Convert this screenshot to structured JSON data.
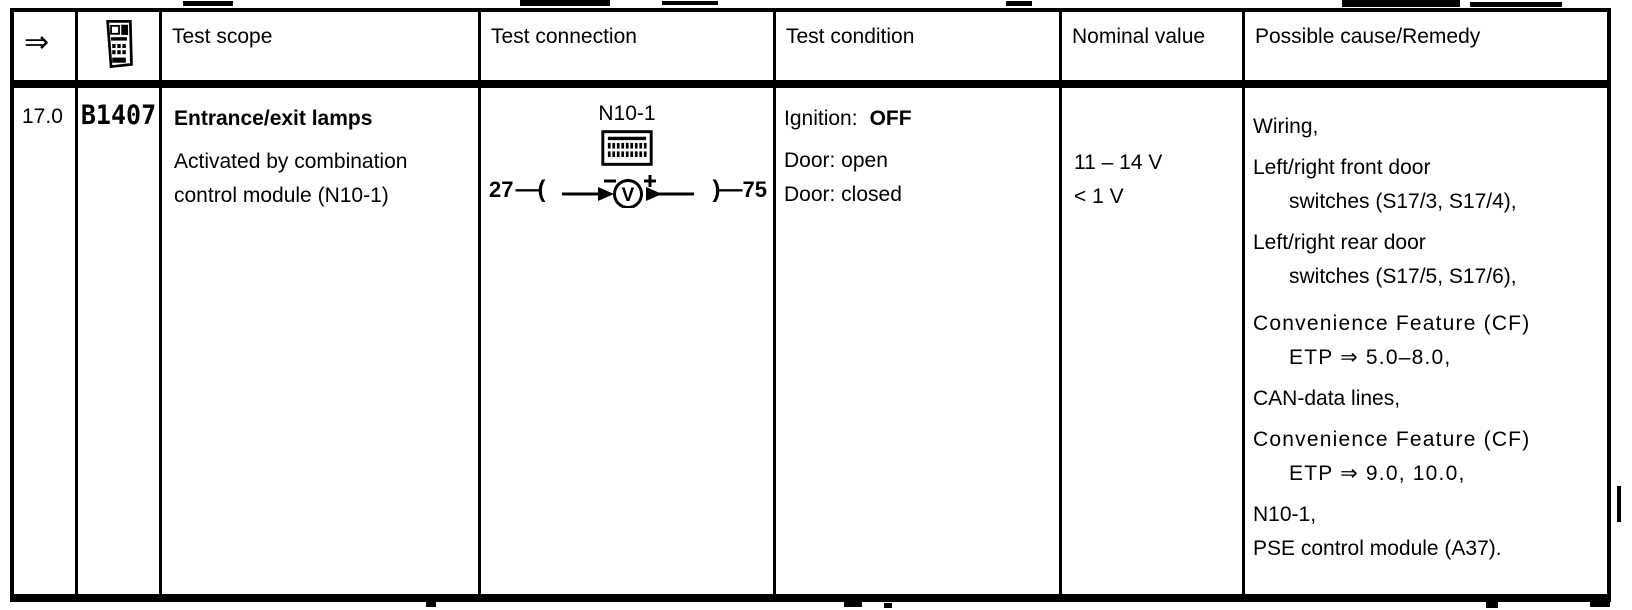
{
  "colors": {
    "ink": "#000000",
    "paper": "#ffffff"
  },
  "table": {
    "header": {
      "nav_symbol": "⇒",
      "tester_icon": "hand-held-tester-icon",
      "col_test_scope": "Test scope",
      "col_test_connection": "Test connection",
      "col_test_condition": "Test condition",
      "col_nominal_value": "Nominal value",
      "col_possible_cause": "Possible cause/Remedy"
    },
    "row": {
      "test_step": "17.0",
      "fault_code": "B1407",
      "test_scope": {
        "title": "Entrance/exit lamps",
        "line1": "Activated by combination",
        "line2": "control module (N10-1)"
      },
      "test_connection": {
        "module_label": "N10-1",
        "connector_icon": "multi-pin-connector-icon",
        "voltmeter_icon": "voltmeter-icon",
        "pin_left": "27",
        "probe_left": "—(",
        "meter_minus": "−",
        "meter_letter": "V",
        "meter_plus": "+",
        "probe_right": ")—",
        "pin_right": "75"
      },
      "test_condition": {
        "line1_label": "Ignition:",
        "line1_value": "OFF",
        "line2": "Door: open",
        "line3": "Door: closed"
      },
      "nominal_value": {
        "line1": "11 – 14 V",
        "line2": "< 1 V"
      },
      "possible_cause": {
        "lines": [
          "Wiring,",
          "Left/right front door",
          "switches (S17/3, S17/4),",
          "Left/right rear door",
          "switches (S17/5, S17/6),",
          "Convenience Feature (CF)",
          "ETP ⇒ 5.0–8.0,",
          "CAN-data lines,",
          "Convenience Feature (CF)",
          "ETP ⇒ 9.0, 10.0,",
          "N10-1,",
          "PSE control module (A37)."
        ]
      }
    }
  }
}
